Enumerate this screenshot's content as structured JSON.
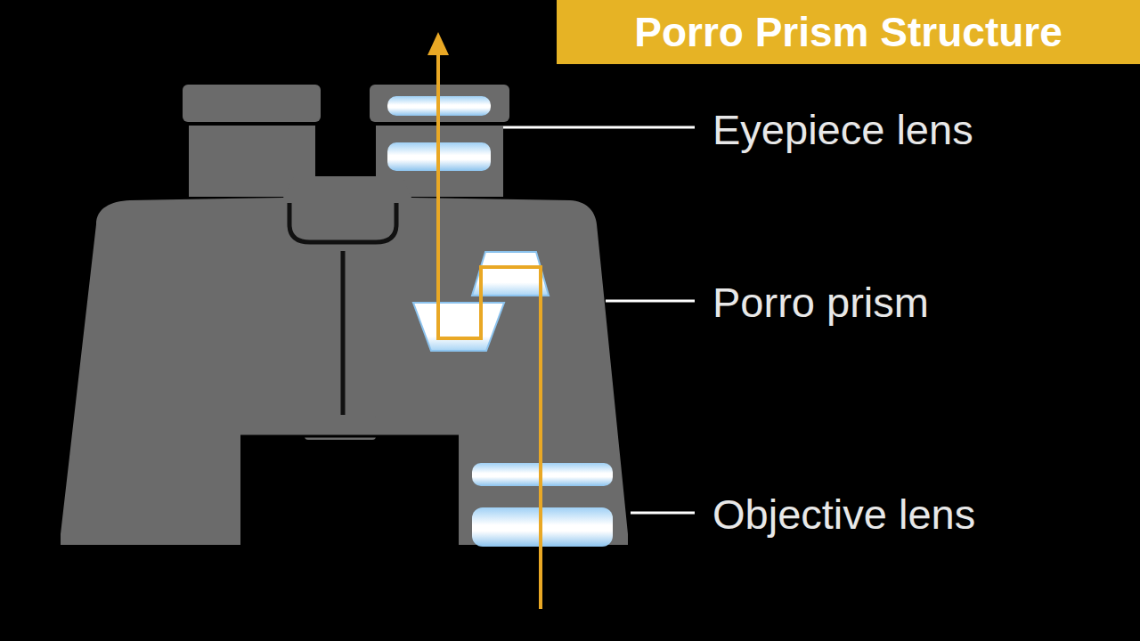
{
  "diagram": {
    "title": "Porro Prism Structure",
    "labels": [
      "Eyepiece lens",
      "Porro prism",
      "Objective lens"
    ]
  }
}
